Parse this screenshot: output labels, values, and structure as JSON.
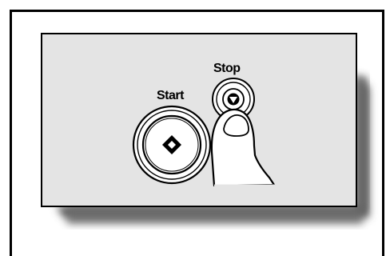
{
  "panel": {
    "start_label": "Start",
    "stop_label": "Stop"
  },
  "icons": {
    "start_icon": "diamond-start-icon",
    "stop_icon": "stop-icon",
    "finger": "pointing-finger"
  },
  "colors": {
    "panel_fill": "#e4e4e4",
    "shadow": "#555555",
    "outline": "#000000"
  }
}
